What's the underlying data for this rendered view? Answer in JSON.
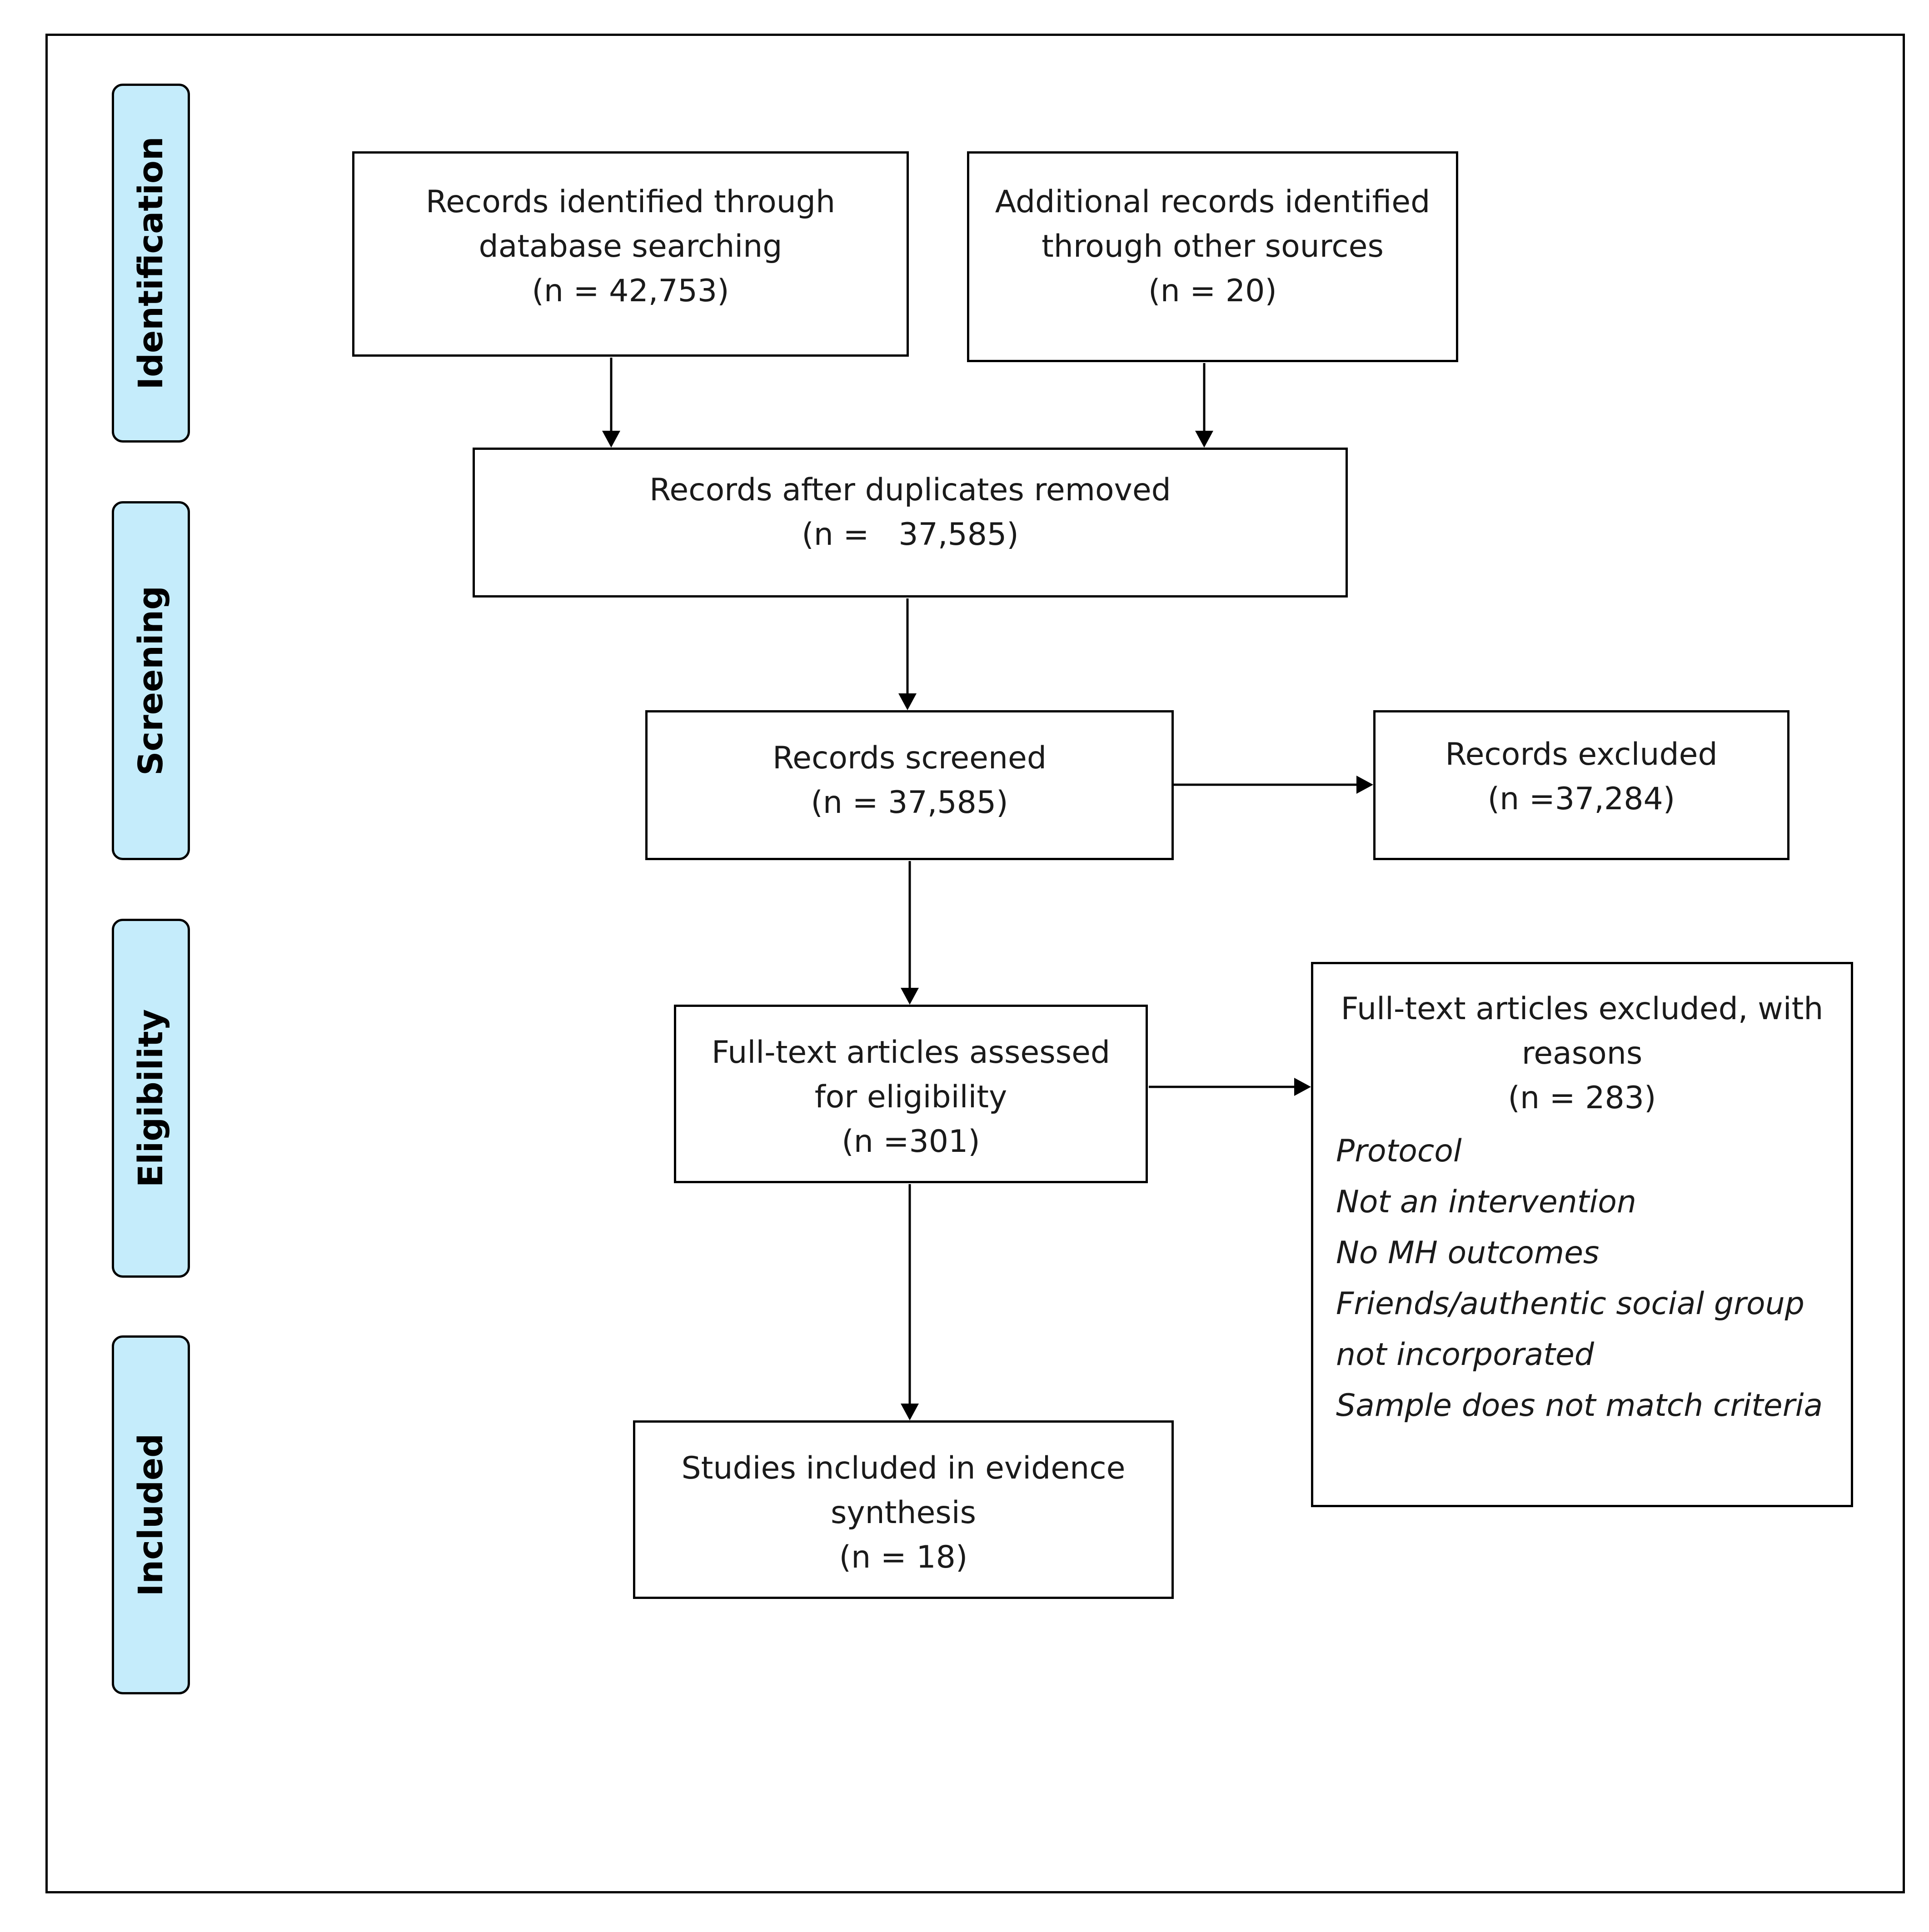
{
  "stages": [
    {
      "id": "identification",
      "label": "Identification"
    },
    {
      "id": "screening",
      "label": "Screening"
    },
    {
      "id": "eligibility",
      "label": "Eligibility"
    },
    {
      "id": "included",
      "label": "Included"
    }
  ],
  "boxes": {
    "database_records": {
      "lines": [
        "Records identified through",
        "database searching",
        "(n = 42,753)"
      ]
    },
    "additional_records": {
      "lines": [
        "Additional records identified",
        "through other sources",
        "(n = 20)"
      ]
    },
    "after_duplicates": {
      "lines": [
        "Records after duplicates removed",
        "(n =   37,585)"
      ]
    },
    "records_screened": {
      "lines": [
        "Records screened",
        "(n = 37,585)"
      ]
    },
    "records_excluded": {
      "lines": [
        "Records excluded",
        "(n =37,284)"
      ]
    },
    "fulltext_assessed": {
      "lines": [
        "Full-text articles assessed",
        "for eligibility",
        "(n =301)"
      ]
    },
    "fulltext_excluded": {
      "lines": [
        "Full-text articles excluded, with",
        "reasons",
        "(n = 283)"
      ],
      "reasons": [
        "Protocol",
        "Not an intervention",
        "No MH outcomes",
        "Friends/authentic social group",
        "not incorporated",
        "Sample does not match criteria"
      ]
    },
    "studies_included": {
      "lines": [
        "Studies included in evidence",
        "synthesis",
        "(n = 18)"
      ]
    }
  },
  "colors": {
    "stage_fill": "#c5ecfb",
    "border": "#000000"
  }
}
